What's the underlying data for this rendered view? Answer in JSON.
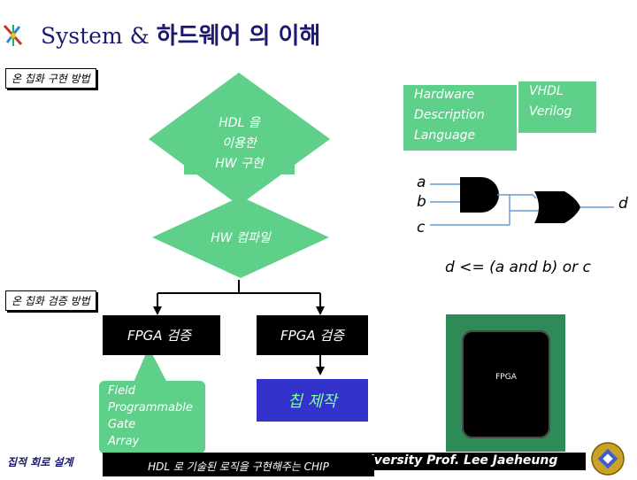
{
  "header": {
    "title_latin": "System & ",
    "title_korean": "하드웨어 의 이해"
  },
  "labels": {
    "section1": "온 칩화 구현 방법",
    "section2": "온 칩화 검증 방법"
  },
  "flow": {
    "hdl_diamond": [
      "HDL 을",
      "이용한",
      "HW 구현"
    ],
    "compile_diamond": "HW 컴파일",
    "hdl_expansion": [
      "Hardware",
      "Description",
      "Language"
    ],
    "hdl_languages": [
      "VHDL",
      "Verilog"
    ],
    "fpga_verify_left": "FPGA 검증",
    "fpga_verify_right": "FPGA 검증",
    "chip_fabrication": "칩 제작",
    "fpga_callout": [
      "Field",
      "Programmable",
      "Gate",
      "Array"
    ],
    "fpga_chip_label": "FPGA"
  },
  "logic": {
    "inputs": [
      "a",
      "b",
      "c"
    ],
    "output": "d",
    "equation": "d <= (a and b) or c"
  },
  "footer": {
    "left_text": "집적 회로 설계",
    "mid_text": "HDL 로 기술된 로직을 구현해주는 CHIP",
    "right_text": "iversity Prof. Lee Jaeheung"
  },
  "colors": {
    "green": "#5ed08a",
    "dark_green": "#2e8b57",
    "blue": "#3333cc",
    "title_blue": "#1a1a6e"
  }
}
